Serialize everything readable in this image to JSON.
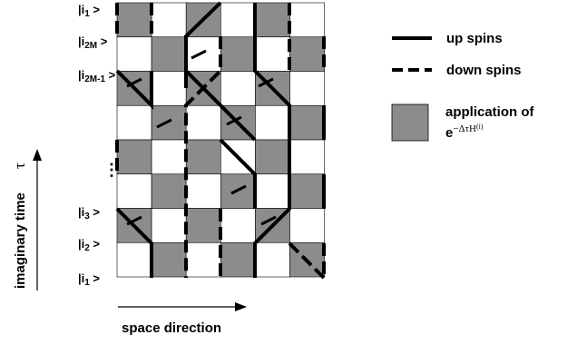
{
  "state_labels": [
    {
      "base": "|i",
      "sub": "1",
      "tail": " >"
    },
    {
      "base": "|i",
      "sub": "2M",
      "tail": " >"
    },
    {
      "base": "|i",
      "sub": "2M-1",
      "tail": " >"
    },
    {
      "base": "⋮",
      "sub": "",
      "tail": ""
    },
    {
      "base": "|i",
      "sub": "3",
      "tail": " >"
    },
    {
      "base": "|i",
      "sub": "2",
      "tail": " >"
    },
    {
      "base": "|i",
      "sub": "1",
      "tail": " >"
    }
  ],
  "legend": {
    "up_label": "up spins",
    "down_label": "down spins",
    "application_label": "application of",
    "operator_base": "e",
    "operator_exp": "−ΔτH",
    "operator_sup": "(i)"
  },
  "axes": {
    "vertical_label": "imaginary time",
    "vertical_symbol": "τ",
    "horizontal_label": "space direction"
  },
  "colors": {
    "gray_cell": "#8c8c8c",
    "line": "#000000"
  }
}
